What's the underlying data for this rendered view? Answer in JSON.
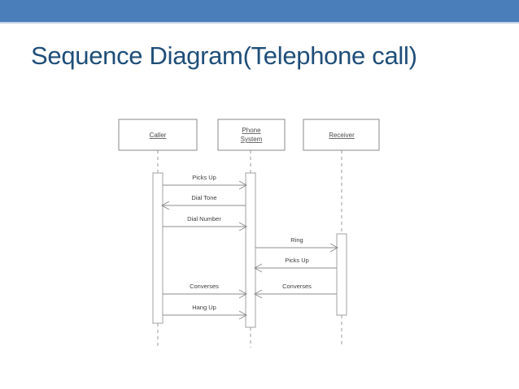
{
  "slide": {
    "title": "Sequence Diagram(Telephone call)",
    "title_color": "#1f4e79",
    "band_color": "#4a7ebb",
    "background_color": "#ffffff"
  },
  "diagram": {
    "type": "uml-sequence-diagram",
    "participants": [
      {
        "id": "caller",
        "label": "Caller"
      },
      {
        "id": "phone_system",
        "label_line1": "Phone",
        "label_line2": "System",
        "label": "Phone System"
      },
      {
        "id": "receiver",
        "label": "Receiver"
      }
    ],
    "messages": [
      {
        "index": 1,
        "label": "Picks Up",
        "from": "caller",
        "to": "phone_system",
        "direction": "right"
      },
      {
        "index": 2,
        "label": "Dial Tone",
        "from": "phone_system",
        "to": "caller",
        "direction": "left"
      },
      {
        "index": 3,
        "label": "Dial Number",
        "from": "caller",
        "to": "phone_system",
        "direction": "right"
      },
      {
        "index": 4,
        "label": "Ring",
        "from": "phone_system",
        "to": "receiver",
        "direction": "right"
      },
      {
        "index": 5,
        "label": "Picks Up",
        "from": "receiver",
        "to": "phone_system",
        "direction": "left"
      },
      {
        "index": 6,
        "label": "Converses",
        "from": "caller",
        "to": "phone_system",
        "direction": "right"
      },
      {
        "index": 7,
        "label": "Converses",
        "from": "receiver",
        "to": "phone_system",
        "direction": "left"
      },
      {
        "index": 8,
        "label": "Hang Up",
        "from": "caller",
        "to": "phone_system",
        "direction": "right"
      }
    ]
  }
}
